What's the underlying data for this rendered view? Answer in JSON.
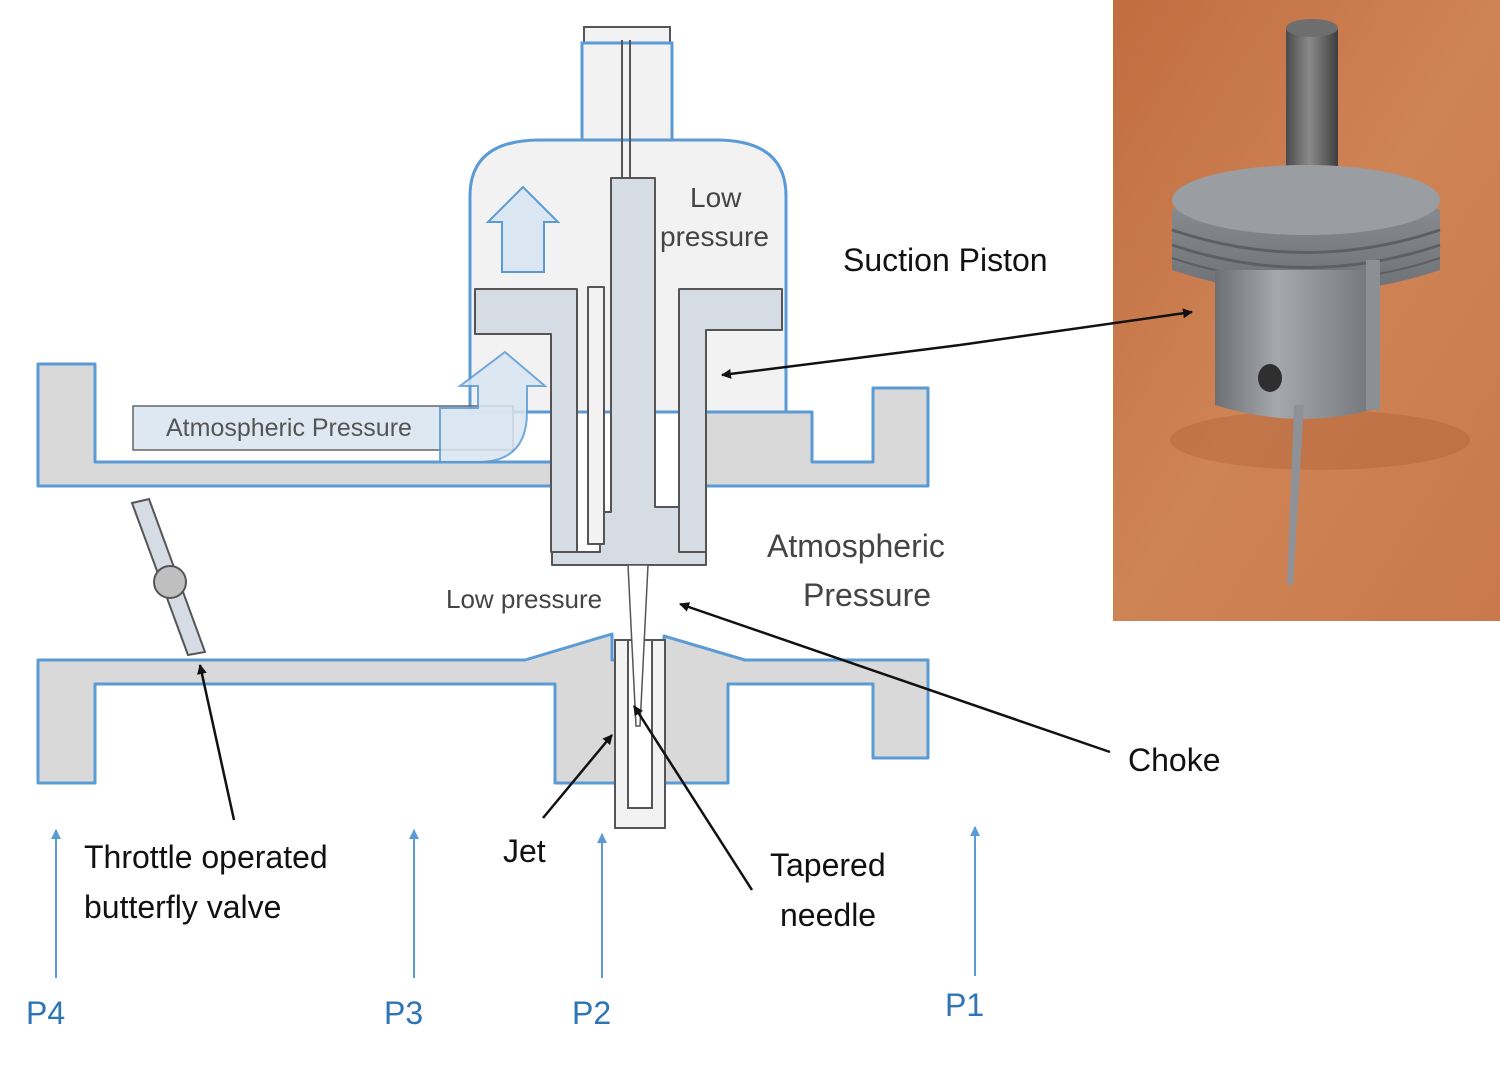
{
  "labels": {
    "suction_piston": "Suction Piston",
    "low_pressure_top_1": "Low",
    "low_pressure_top_2": "pressure",
    "atmospheric_inlet": "Atmospheric Pressure",
    "atmospheric_right_1": "Atmospheric",
    "atmospheric_right_2": "Pressure",
    "low_pressure_bottom": "Low pressure",
    "choke": "Choke",
    "jet": "Jet",
    "tapered_needle_1": "Tapered",
    "tapered_needle_2": "needle",
    "throttle_1": "Throttle operated",
    "throttle_2": "butterfly valve"
  },
  "pressure_points": [
    "P4",
    "P3",
    "P2",
    "P1"
  ],
  "colors": {
    "outline": "#5b9bd5",
    "body_fill": "#d9d9d9",
    "piston_fill": "#d6dce4",
    "dome_fill": "#f2f2f2",
    "arrow_fill": "#dae6f2",
    "pressure_label": "#2e75b6",
    "photo_background": "#c87a4e"
  },
  "photo": {
    "subject": "suction-piston-with-tapered-needle"
  }
}
